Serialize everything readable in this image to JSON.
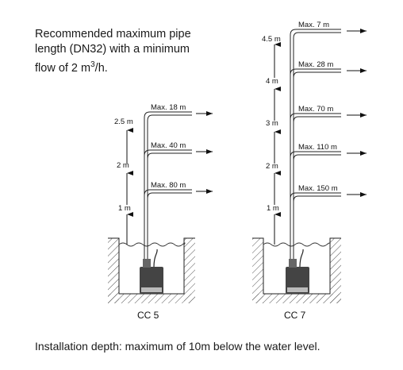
{
  "intro": {
    "line1": "Recommended maximum pipe",
    "line2": "length (DN32) with a minimum",
    "line3_a": "flow of 2 m",
    "line3_sup": "3",
    "line3_b": "/h."
  },
  "cc5": {
    "caption": "CC 5",
    "heights": [
      "1 m",
      "2 m",
      "2.5 m"
    ],
    "lengths": [
      "Max. 80 m",
      "Max. 40 m",
      "Max. 18 m"
    ]
  },
  "cc7": {
    "caption": "CC 7",
    "heights": [
      "1 m",
      "2 m",
      "3 m",
      "4 m",
      "4.5 m"
    ],
    "lengths": [
      "Max. 150 m",
      "Max. 110 m",
      "Max. 70 m",
      "Max. 28 m",
      "Max. 7 m"
    ]
  },
  "footer": "Installation depth: maximum of 10m below the water level."
}
